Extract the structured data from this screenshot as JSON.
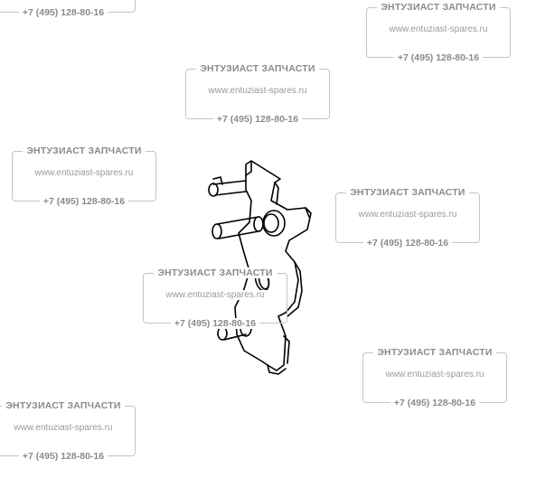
{
  "watermarks": {
    "title": "ЭНТУЗИАСТ ЗАПЧАСТИ",
    "url": "www.entuziast-spares.ru",
    "phone": "+7 (495) 128-80-16"
  },
  "colors": {
    "line": "#000000",
    "watermark_text": "#8a8a8a",
    "watermark_border": "#c4c4c4",
    "background": "#ffffff"
  },
  "part": {
    "icon": "bracket-with-studs-drawing"
  }
}
